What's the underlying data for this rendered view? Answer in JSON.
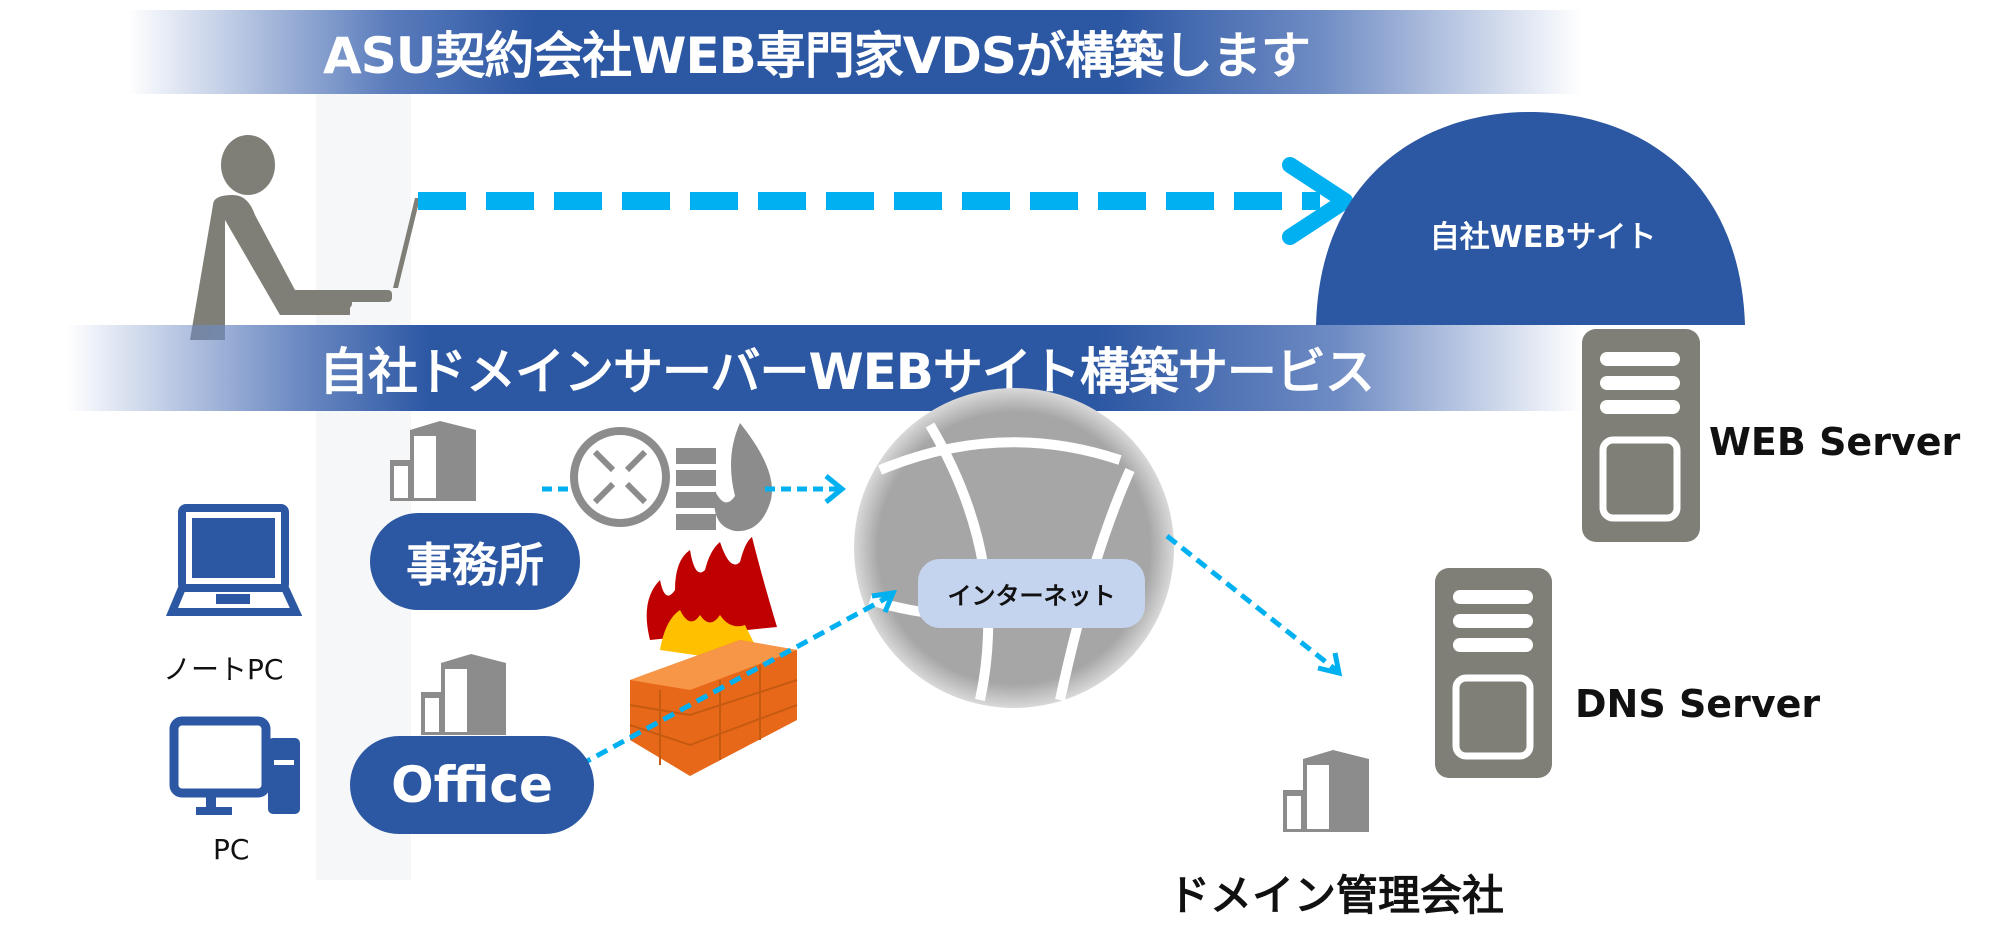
{
  "header_banner": "ASU契約会社WEB専門家VDSが構築します",
  "service_banner": "自社ドメインサーバーWEBサイト構築サービス",
  "own_website": "自社WEBサイト",
  "web_server": "WEB Server",
  "dns_server": "DNS Server",
  "office_jp": "事務所",
  "office_en": "Office",
  "internet": "インターネット",
  "laptop": "ノートPC",
  "pc": "PC",
  "domain_company": "ドメイン管理会社",
  "colors": {
    "brand_blue": "#2c57a3",
    "arrow_cyan": "#00b0f0",
    "icon_gray": "#7f7f77"
  }
}
